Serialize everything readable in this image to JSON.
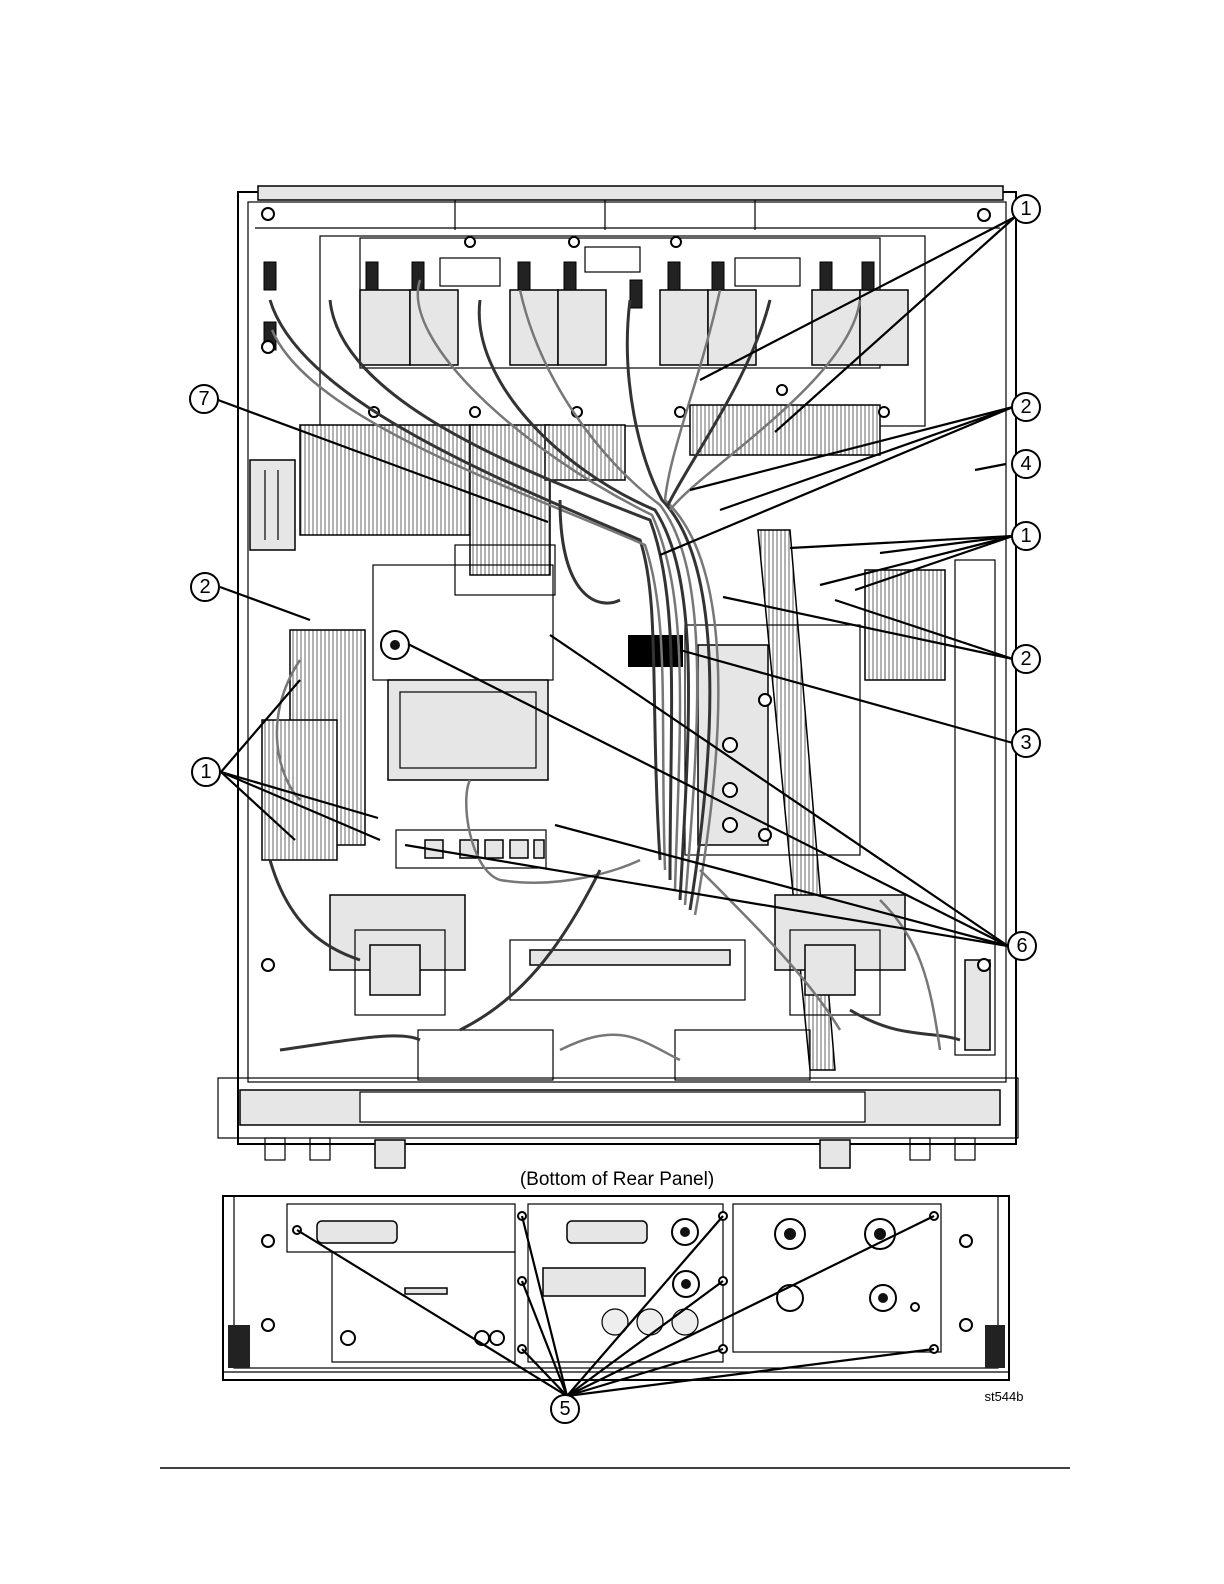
{
  "figure": {
    "rear_panel_caption": "(Bottom of Rear Panel)",
    "figure_id": "st544b"
  },
  "callouts": [
    {
      "label": "1"
    },
    {
      "label": "2"
    },
    {
      "label": "4"
    },
    {
      "label": "7"
    },
    {
      "label": "1"
    },
    {
      "label": "2"
    },
    {
      "label": "2"
    },
    {
      "label": "3"
    },
    {
      "label": "1"
    },
    {
      "label": "6"
    },
    {
      "label": "5"
    }
  ]
}
